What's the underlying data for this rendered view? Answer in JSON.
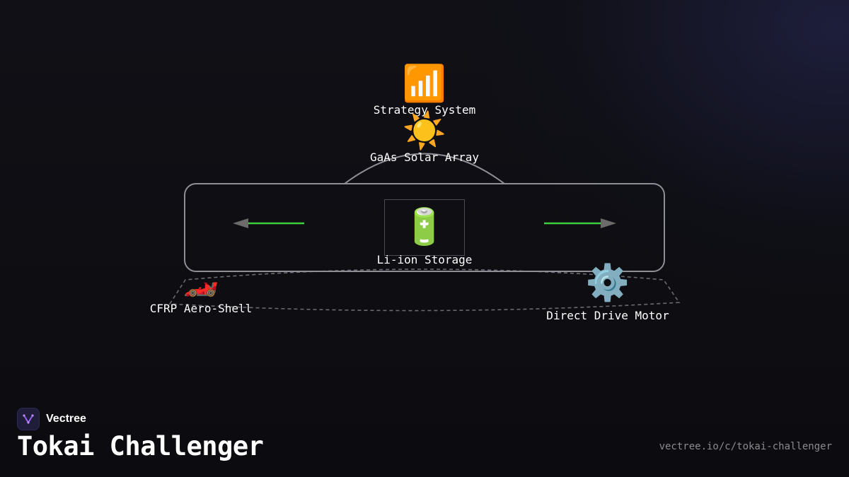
{
  "diagram": {
    "nodes": {
      "strategy": {
        "label": "Strategy System",
        "icon": "antenna-bars-icon",
        "emoji": "📶"
      },
      "solar": {
        "label": "GaAs Solar Array",
        "icon": "sun-icon",
        "emoji": "☀️"
      },
      "storage": {
        "label": "Li-ion Storage",
        "icon": "battery-icon",
        "emoji": "🔋"
      },
      "shell": {
        "label": "CFRP Aero-Shell",
        "icon": "race-car-icon",
        "emoji": "🏎️"
      },
      "motor": {
        "label": "Direct Drive Motor",
        "icon": "gear-icon",
        "emoji": "⚙️"
      }
    },
    "colors": {
      "arrow": "#3ecf3e",
      "outline": "#8e8e96",
      "dashed": "#6a6a72"
    }
  },
  "brand": {
    "name": "Vectree",
    "title": "Tokai Challenger",
    "url": "vectree.io/c/tokai-challenger"
  }
}
